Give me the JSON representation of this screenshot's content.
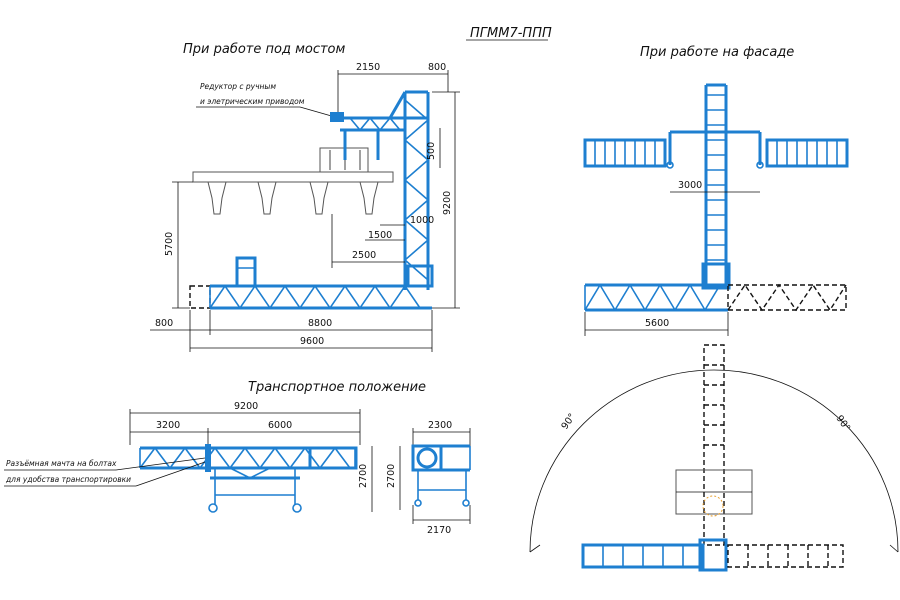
{
  "header": {
    "doc_code": "ПГММ7-ППП"
  },
  "views": {
    "under_bridge": {
      "title": "При работе под мостом",
      "note_line1": "Редуктор с ручным",
      "note_line2": "и элетрическим приводом",
      "dims": {
        "top_2150": "2150",
        "top_800": "800",
        "v_500": "500",
        "v_9200": "9200",
        "v_5700": "5700",
        "h_1000": "1000",
        "h_1500": "1500",
        "h_2500": "2500",
        "left_800": "800",
        "bottom_8800": "8800",
        "bottom_9600": "9600"
      }
    },
    "facade": {
      "title": "При работе на фасаде",
      "dims": {
        "h_3000": "3000",
        "h_5600": "5600"
      }
    },
    "transport": {
      "title": "Транспортное положение",
      "note_line1": "Разъёмная мачта на болтах",
      "note_line2": "для удобства транспортировки",
      "dims": {
        "total_9200": "9200",
        "seg_3200": "3200",
        "seg_6000": "6000",
        "height_2700_left": "2700",
        "height_2700_right": "2700",
        "width_2300": "2300",
        "width_2170": "2170"
      }
    },
    "rotation": {
      "angle_left": "90°",
      "angle_right": "90°"
    }
  },
  "colors": {
    "structure": "#1e7fd0",
    "lines": "#111111"
  },
  "icons": {
    "truss": "truss-icon",
    "wheel": "wheel-icon",
    "cabin": "cabin-icon"
  }
}
